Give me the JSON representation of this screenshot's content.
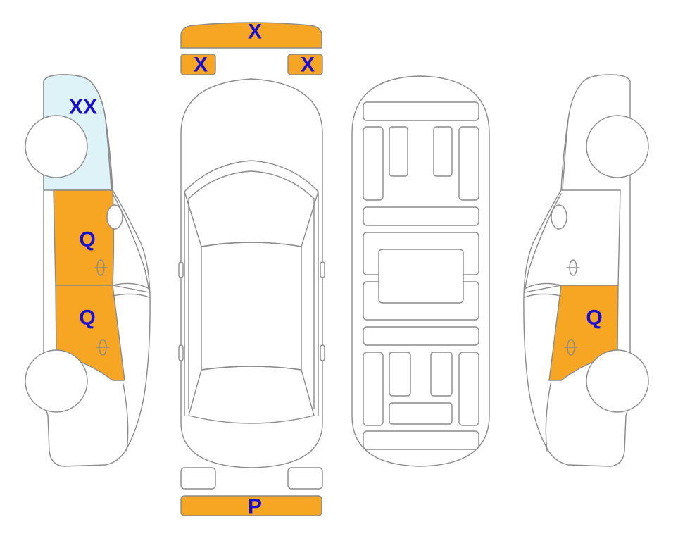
{
  "colors": {
    "highlight": "#F6A623",
    "glass": "#DDF3F8",
    "mark_text": "#1A0DD3",
    "outline": "#8A8A8A"
  },
  "marks": {
    "front_bumper": "X",
    "headlight_left": "X",
    "headlight_right": "X",
    "left_windshield_area": "XX",
    "left_front_door": "Q",
    "left_rear_door": "Q",
    "right_rear_door": "Q",
    "rear_bumper": "P"
  }
}
